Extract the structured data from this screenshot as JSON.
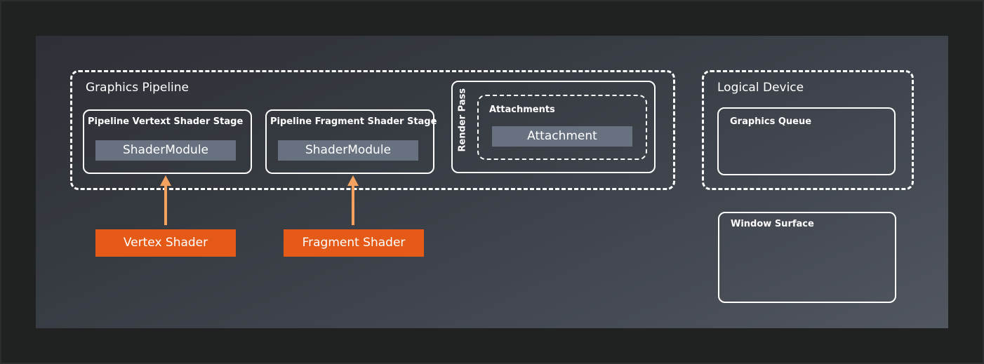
{
  "graphics_pipeline": {
    "title": "Graphics Pipeline",
    "vertex_stage": {
      "title": "Pipeline Vertext Shader Stage",
      "module": "ShaderModule"
    },
    "fragment_stage": {
      "title": "Pipeline Fragment Shader Stage",
      "module": "ShaderModule"
    },
    "render_pass": {
      "title": "Render Pass",
      "attachments": {
        "title": "Attachments",
        "attachment": "Attachment"
      }
    }
  },
  "logical_device": {
    "title": "Logical Device",
    "graphics_queue": "Graphics Queue"
  },
  "window_surface": "Window Surface",
  "inputs": {
    "vertex_shader": "Vertex Shader",
    "fragment_shader": "Fragment Shader"
  },
  "colors": {
    "background": "#202121",
    "panel": "#363a41",
    "accent_orange": "#e45a16",
    "arrow": "#f3a35f",
    "module_fill": "#68717f"
  }
}
